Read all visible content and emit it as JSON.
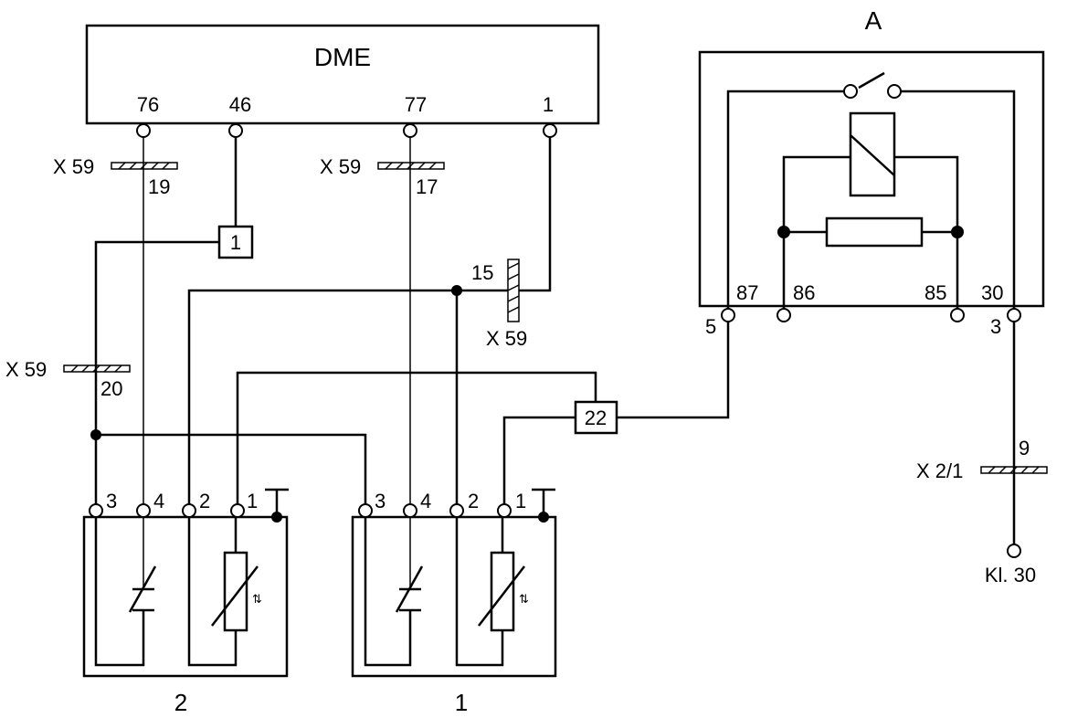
{
  "dme": {
    "title": "DME",
    "pins": [
      "76",
      "46",
      "77",
      "1"
    ]
  },
  "relay": {
    "title": "A",
    "pins": [
      "87",
      "86",
      "85",
      "30"
    ],
    "outer_pins": [
      "5",
      "3"
    ]
  },
  "connectors": {
    "x59_a": "X 59",
    "x59_a_pin": "19",
    "x59_b": "X 59",
    "x59_b_pin": "17",
    "x59_c": "X 59",
    "x59_c_pin": "15",
    "x59_d": "X 59",
    "x59_d_pin": "20",
    "x21": "X 2/1",
    "x21_pin": "9"
  },
  "splices": {
    "s1": "1",
    "s22": "22"
  },
  "supply": "Kl. 30",
  "sensor2": {
    "label": "2",
    "pins": [
      "3",
      "4",
      "2",
      "1"
    ]
  },
  "sensor1": {
    "label": "1",
    "pins": [
      "3",
      "4",
      "2",
      "1"
    ]
  }
}
